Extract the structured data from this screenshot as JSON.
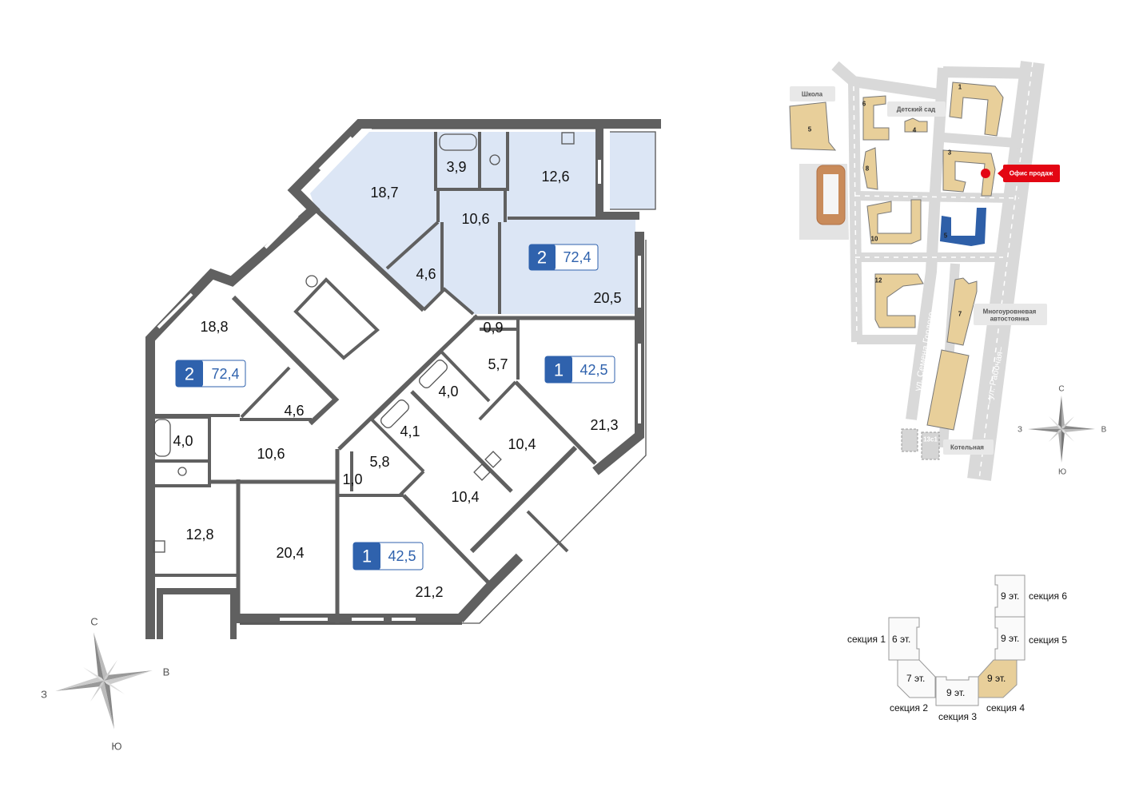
{
  "floor_plan": {
    "rooms": [
      "18,7",
      "3,9",
      "12,6",
      "10,6",
      "4,6",
      "20,5",
      "0,9",
      "5,7",
      "21,3",
      "4,0",
      "4,1",
      "10,4",
      "5,8",
      "1,0",
      "10,4",
      "21,2",
      "18,8",
      "4,6",
      "4,0",
      "10,6",
      "12,8",
      "20,4"
    ],
    "apartments": [
      {
        "rooms": "2",
        "area": "72,4",
        "highlighted": true
      },
      {
        "rooms": "2",
        "area": "72,4",
        "highlighted": false
      },
      {
        "rooms": "1",
        "area": "42,5",
        "highlighted": false
      },
      {
        "rooms": "1",
        "area": "42,5",
        "highlighted": false
      }
    ],
    "compass": {
      "north": "С",
      "east": "В",
      "west": "З",
      "south": "Ю"
    }
  },
  "site_map": {
    "labels": {
      "school": "Школа",
      "kindergarten": "Детский сад",
      "sales_office": "Офис продаж",
      "parking": [
        "Многоуровневая",
        "автостоянка"
      ],
      "boiler": "Котельная",
      "building_13c1": "13с1",
      "street_1": "ул. Семена Гордого",
      "street_2": "–ул. Рабочая–"
    },
    "buildings": [
      "1",
      "3",
      "4",
      "5",
      "6",
      "8",
      "10",
      "12",
      "7",
      "5"
    ],
    "compass": {
      "north": "С",
      "east": "В",
      "west": "З",
      "south": "Ю"
    },
    "colors": {
      "current": "#2e5fa8",
      "building": "#e8cf9a",
      "office": "#e30613",
      "road": "#d9d9d9"
    }
  },
  "sections": [
    {
      "name": "секция 1",
      "floors": "6 эт."
    },
    {
      "name": "секция 2",
      "floors": "7 эт."
    },
    {
      "name": "секция 3",
      "floors": "9 эт."
    },
    {
      "name": "секция 4",
      "floors": "9 эт.",
      "selected": true
    },
    {
      "name": "секция 5",
      "floors": "9 эт."
    },
    {
      "name": "секция 6",
      "floors": "9 эт."
    }
  ]
}
